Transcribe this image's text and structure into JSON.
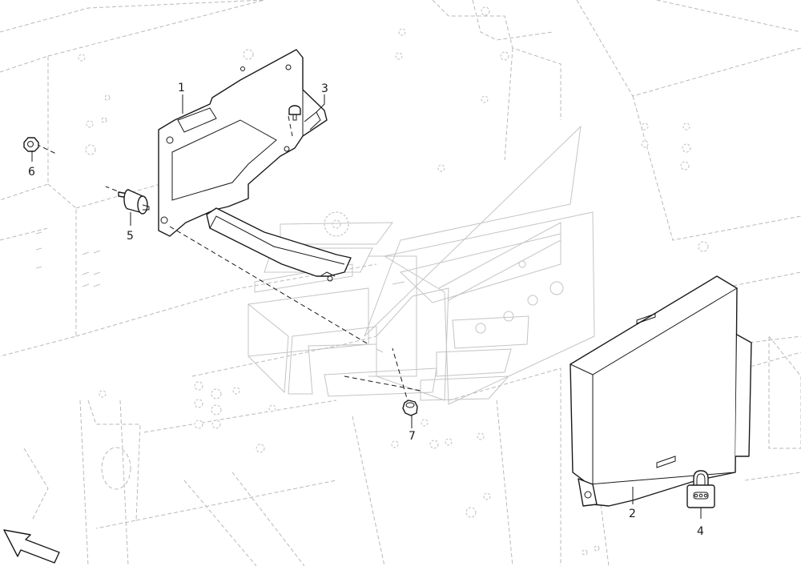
{
  "callouts": [
    {
      "id": "1",
      "label": "1"
    },
    {
      "id": "2",
      "label": "2"
    },
    {
      "id": "3",
      "label": "3"
    },
    {
      "id": "4",
      "label": "4"
    },
    {
      "id": "5",
      "label": "5"
    },
    {
      "id": "6",
      "label": "6"
    },
    {
      "id": "7",
      "label": "7"
    }
  ],
  "icons": {
    "direction": "arrow-icon",
    "lock": "padlock-icon"
  },
  "colors": {
    "line": "#1a1a1a",
    "ghost": "#b9b9b9"
  }
}
